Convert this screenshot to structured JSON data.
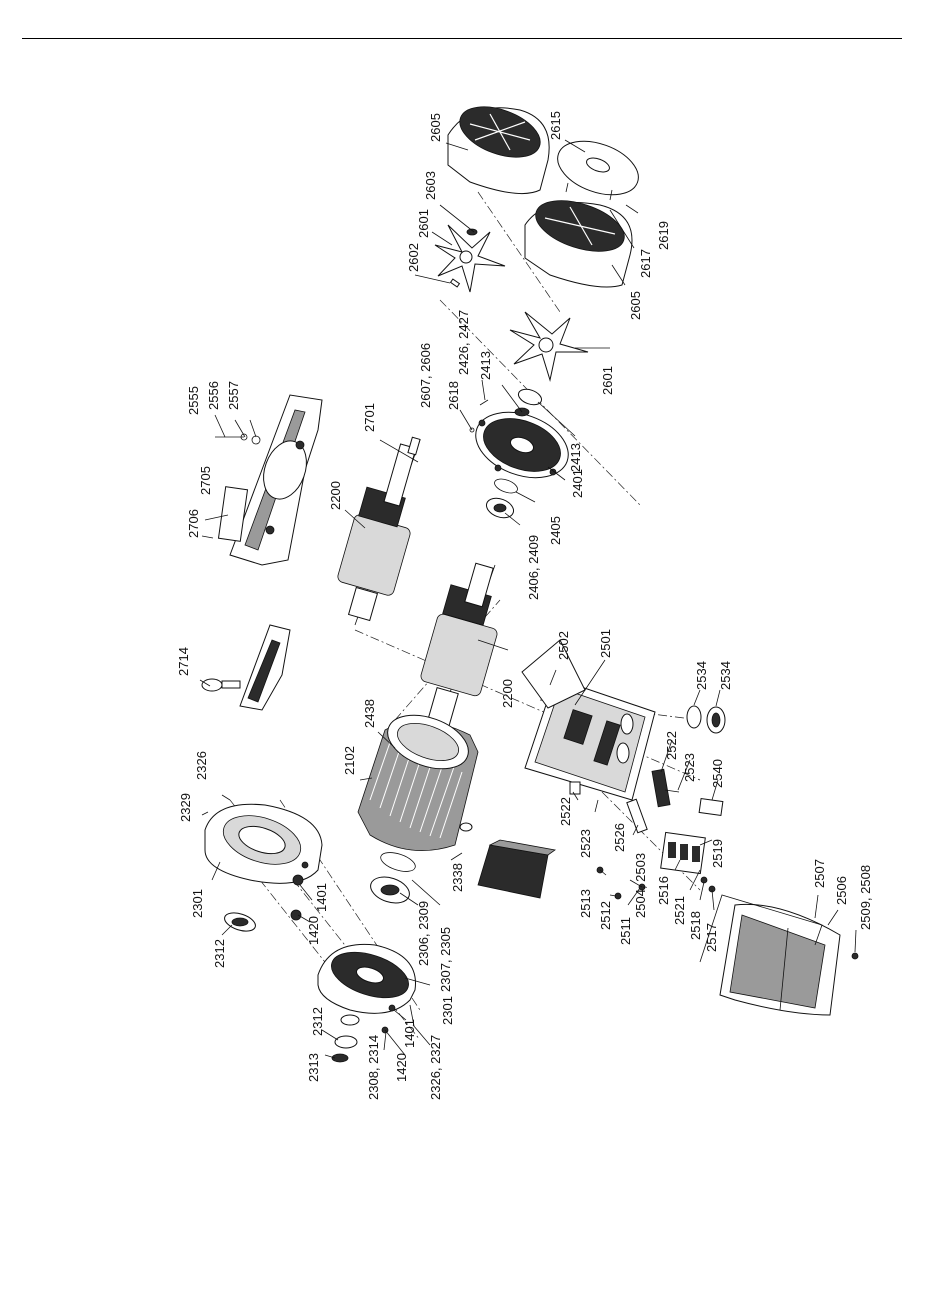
{
  "labels": {
    "l2605a": "2605",
    "l2615": "2615",
    "l2603": "2603",
    "l2601a": "2601",
    "l2602": "2602",
    "l2619": "2619",
    "l2617": "2617",
    "l2605b": "2605",
    "l2555": "2555",
    "l2556": "2556",
    "l2557": "2557",
    "l2607": "2607, 2606",
    "l2426": "2426, 2427",
    "l2413a": "2413",
    "l2618": "2618",
    "l2601b": "2601",
    "l2413b": "2413",
    "l2705": "2705",
    "l2706": "2706",
    "l2701": "2701",
    "l2200a": "2200",
    "l2401": "2401",
    "l2405": "2405",
    "l2406": "2406, 2409",
    "l2714": "2714",
    "l2200b": "2200",
    "l2502": "2502",
    "l2501": "2501",
    "l2534a": "2534",
    "l2534b": "2534",
    "l2438": "2438",
    "l2326a": "2326",
    "l2329": "2329",
    "l2102": "2102",
    "l2522a": "2522",
    "l2523a": "2523",
    "l2540": "2540",
    "l2522b": "2522",
    "l2523b": "2523",
    "l2526": "2526",
    "l2519": "2519",
    "l2338": "2338",
    "l2301a": "2301",
    "l1401a": "1401",
    "l1420a": "1420",
    "l2306": "2306, 2309",
    "l2307": "2307, 2305",
    "l2513": "2513",
    "l2512": "2512",
    "l2511": "2511",
    "l2504": "2504, 2503",
    "l2516": "2516",
    "l2521": "2521",
    "l2518": "2518",
    "l2517": "2517",
    "l2507": "2507",
    "l2506": "2506",
    "l2509": "2509, 2508",
    "l2312a": "2312",
    "l2301b": "2301",
    "l1401b": "1401",
    "l2312b": "2312",
    "l2313": "2313",
    "l2308": "2308, 2314",
    "l1420b": "1420",
    "l2326b": "2326, 2327"
  },
  "icons": [
    "fan-cover-icon",
    "fan-icon",
    "terminal-box-icon",
    "rotor-icon",
    "stator-icon",
    "endshield-icon",
    "bearing-icon",
    "base-plate-icon",
    "eyebolt-icon"
  ]
}
